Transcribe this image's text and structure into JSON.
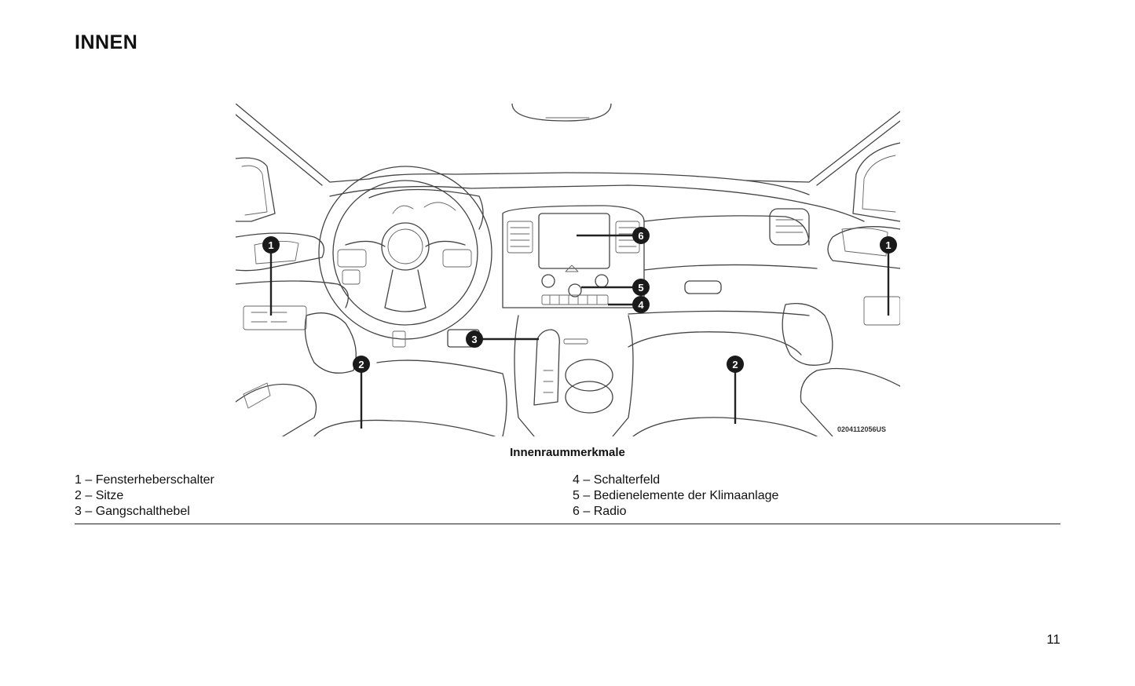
{
  "page": {
    "title": "INNEN",
    "page_number": "11"
  },
  "figure": {
    "image_code": "0204112056US",
    "caption": "Innenraummerkmale",
    "callouts": [
      "1",
      "1",
      "2",
      "2",
      "3",
      "4",
      "5",
      "6"
    ]
  },
  "legend": {
    "left": [
      "1 – Fensterheberschalter",
      "2 – Sitze",
      "3 – Gangschalthebel"
    ],
    "right": [
      "4 – Schalterfeld",
      "5 – Bedienelemente der Klimaanlage",
      "6 – Radio"
    ]
  }
}
